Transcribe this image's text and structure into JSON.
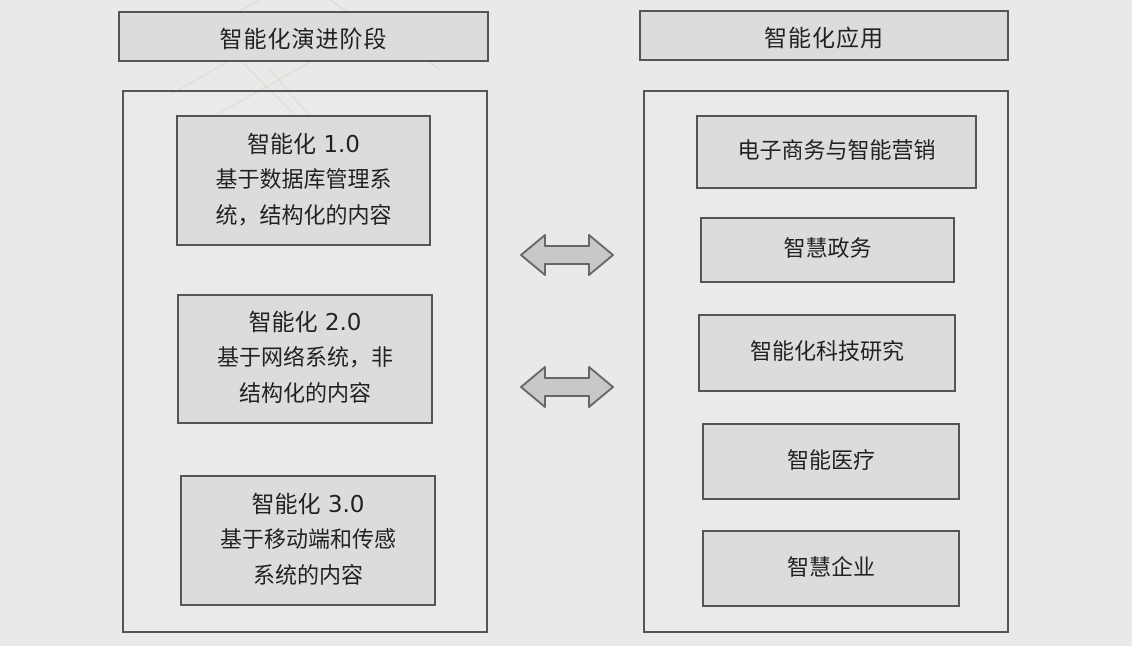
{
  "left_header": "智能化演进阶段",
  "right_header": "智能化应用",
  "stages": [
    {
      "title": "智能化 1.0",
      "line1": "基于数据库管理系",
      "line2": "统，结构化的内容"
    },
    {
      "title": "智能化 2.0",
      "line1": "基于网络系统，非",
      "line2": "结构化的内容"
    },
    {
      "title": "智能化 3.0",
      "line1": "基于移动端和传感",
      "line2": "系统的内容"
    }
  ],
  "applications": [
    "电子商务与智能营销",
    "智慧政务",
    "智能化科技研究",
    "智能医疗",
    "智慧企业"
  ],
  "colors": {
    "background": "#e9e9e9",
    "box_fill": "#dcdcdc",
    "border": "#555555",
    "arrow_fill": "#c8c8c8"
  }
}
